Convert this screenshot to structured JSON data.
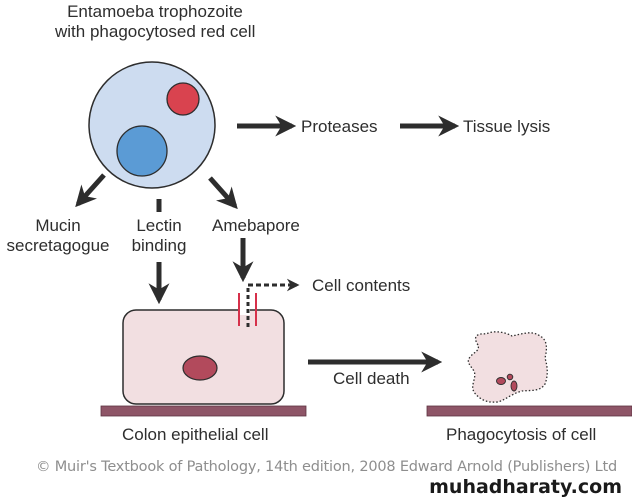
{
  "diagram": {
    "title_line1": "Entamoeba trophozoite",
    "title_line2": "with phagocytosed red cell",
    "labels": {
      "proteases": "Proteases",
      "tissue_lysis": "Tissue lysis",
      "mucin_line1": "Mucin",
      "mucin_line2": "secretagogue",
      "lectin_line1": "Lectin",
      "lectin_line2": "binding",
      "amebapore": "Amebapore",
      "cell_contents": "Cell contents",
      "cell_death": "Cell death",
      "colon_cell": "Colon epithelial cell",
      "phagocytosis": "Phagocytosis of cell"
    },
    "colors": {
      "trophozoite_fill": "#cddcf0",
      "nucleus_fill": "#5b9bd5",
      "red_cell_fill": "#d9434f",
      "epithelial_fill": "#f2dfe1",
      "epithelial_nucleus": "#b24a5c",
      "basement": "#8e5567",
      "arrow": "#2d2d2d",
      "pore": "#d6304a"
    }
  },
  "footer": {
    "copyright": "© Muir's Textbook of Pathology, 14th edition, 2008 Edward Arnold (Publishers) Ltd",
    "watermark": "muhadharaty.com"
  }
}
